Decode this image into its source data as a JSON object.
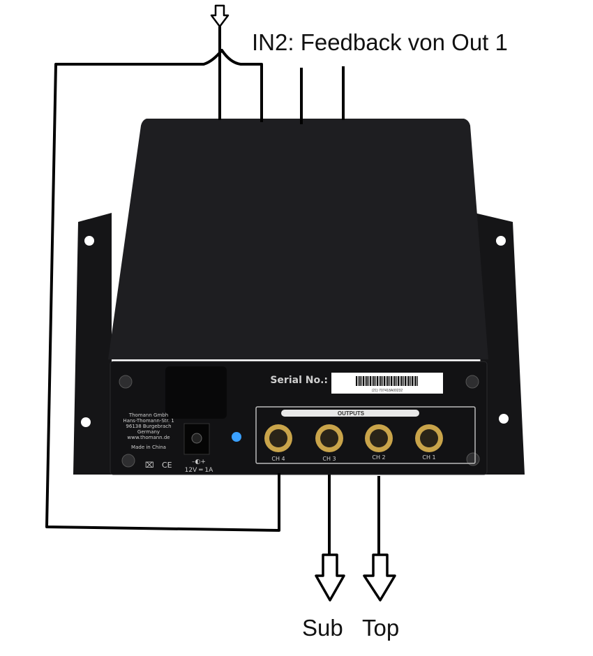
{
  "annotations": {
    "in2_label": "IN2: Feedback von Out 1",
    "sub_label": "Sub",
    "top_label": "Top"
  },
  "device": {
    "serial_label": "Serial No.:",
    "serial_number": "(21) 707418A00232",
    "outputs_label": "OUTPUTS",
    "channels": [
      "CH 4",
      "CH 3",
      "CH 2",
      "CH 1"
    ],
    "address": [
      "Thomann Gmbh",
      "Hans-Thomann-Str. 1",
      "96138 Burgebrach",
      "Germany",
      "www.thomann.de"
    ],
    "made_in": "Made in China",
    "ce_mark": "CE",
    "power_rating": "12V ═ 1A",
    "polarity": "–◐+"
  },
  "colors": {
    "device": "#1c1c1e",
    "panel": "#121214",
    "led": "#3aa0ff",
    "jack": "#c9a44a",
    "annotation": "#000000"
  }
}
